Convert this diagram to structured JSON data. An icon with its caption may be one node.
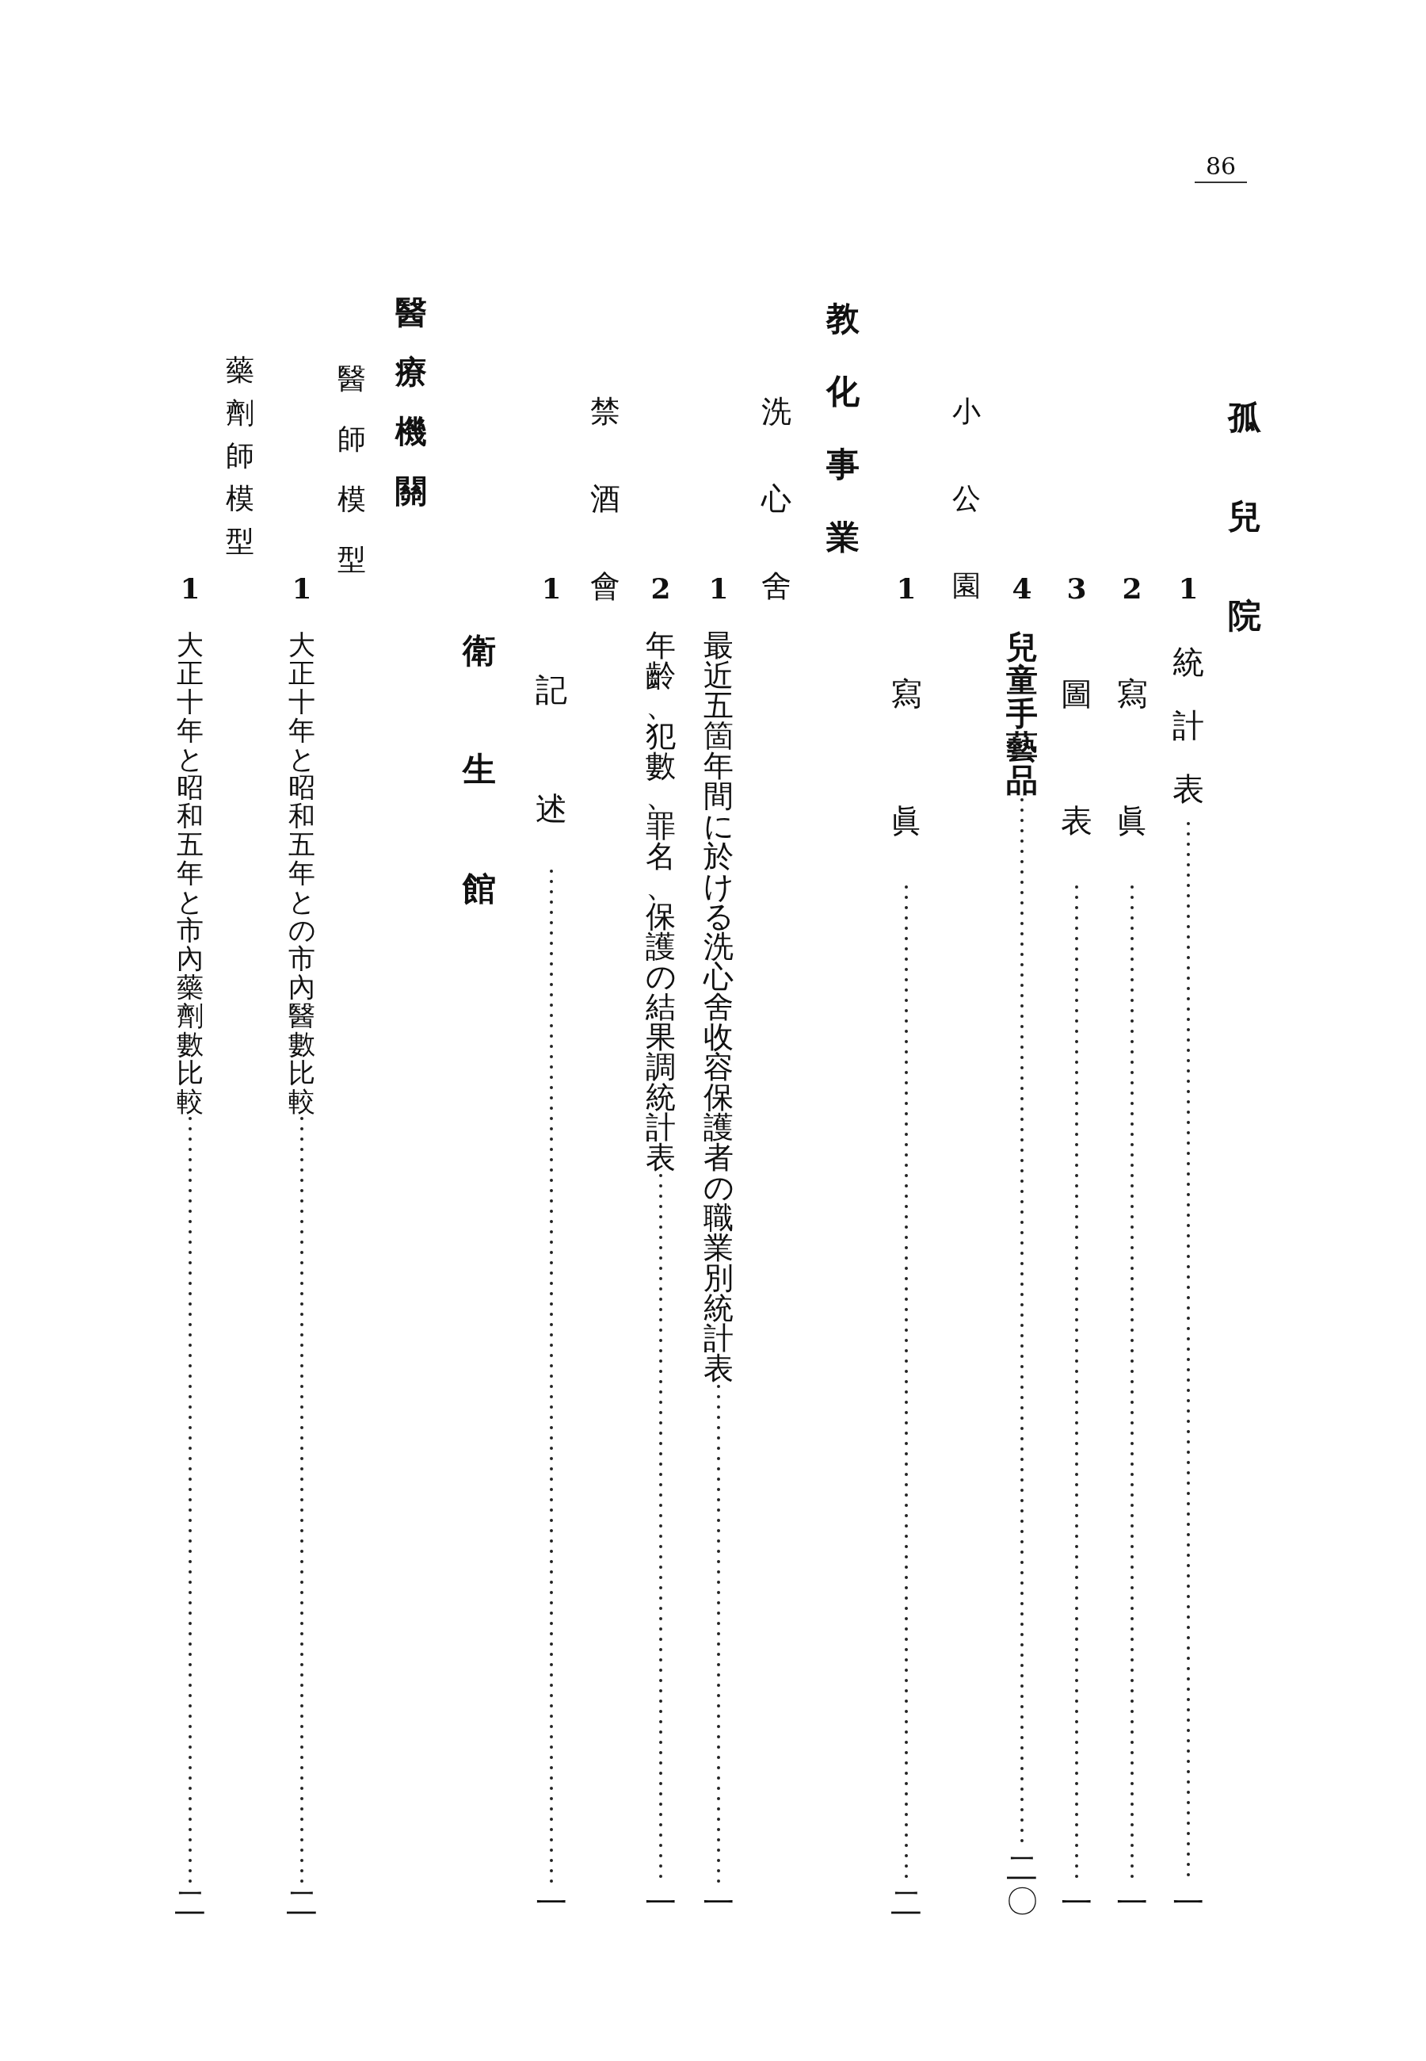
{
  "diagram": {
    "nodes": [
      {
        "text": [
          "統計表"
        ]
      },
      {
        "text": [
          "一"
        ]
      },
      {
        "text": [
          "寫眞"
        ]
      },
      {
        "text": [
          "一"
        ]
      },
      {
        "text": [
          "圖表"
        ]
      },
      {
        "text": [
          "一"
        ]
      },
      {
        "text": [
          "兒童手藝品"
        ]
      },
      {
        "text": [
          "二〇"
        ]
      },
      {
        "text": [
          "寫眞"
        ]
      },
      {
        "text": [
          "二"
        ]
      },
      {
        "text": [
          "最近五箇年間に於ける洗心舍收容保護者の職業別統計表"
        ]
      },
      {
        "text": [
          "一"
        ]
      },
      {
        "text": [
          "年齡、犯數、罪名、保護の結果調統計表"
        ]
      },
      {
        "text": [
          "一"
        ]
      },
      {
        "text": [
          "記述"
        ]
      },
      {
        "text": [
          "一"
        ]
      },
      {
        "text": [
          "大正十年と昭和五年との市內醫數比較"
        ]
      },
      {
        "text": [
          "二"
        ]
      },
      {
        "text": [
          "大正十年と昭和五年と市內藥劑數比較"
        ]
      },
      {
        "text": [
          "二"
        ]
      }
    ],
    "edges": [
      {
        "from": 0,
        "to": 1,
        "arrow": "none"
      },
      {
        "from": 2,
        "to": 3,
        "arrow": "none"
      },
      {
        "from": 4,
        "to": 5,
        "arrow": "none"
      },
      {
        "from": 6,
        "to": 7,
        "arrow": "none"
      },
      {
        "from": 8,
        "to": 9,
        "arrow": "none"
      },
      {
        "from": 10,
        "to": 11,
        "arrow": "none"
      },
      {
        "from": 12,
        "to": 13,
        "arrow": "none"
      },
      {
        "from": 14,
        "to": 15,
        "arrow": "none"
      },
      {
        "from": 16,
        "to": 17,
        "arrow": "none"
      },
      {
        "from": 18,
        "to": 19,
        "arrow": "none"
      }
    ],
    "labels": [
      "86",
      "孤兒院",
      "1",
      "2",
      "3",
      "4",
      "小公園",
      "1",
      "教化事業",
      "洗心舍",
      "1",
      "2",
      "禁酒會",
      "1",
      "衛生館",
      "醫療機關",
      "醫師模型",
      "1",
      "藥劑師模型",
      "1"
    ]
  }
}
